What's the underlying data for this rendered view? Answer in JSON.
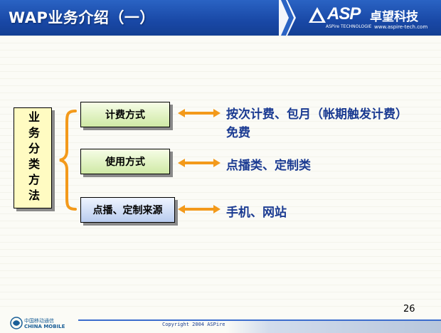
{
  "header": {
    "title": "WAP业务介绍（一）",
    "logo": {
      "brand": "ASP",
      "name": "卓望科技",
      "tagline": "ASPire TECHNOLOGIE",
      "url": "www.aspire-tech.com"
    }
  },
  "diagram": {
    "root_label": "业务分类方法",
    "branches": [
      {
        "label": "计费方式",
        "desc_line1": "按次计费、包月（帐期触发计费）",
        "desc_line2": "免费"
      },
      {
        "label": "使用方式",
        "desc_line1": "点播类、定制类"
      },
      {
        "label": "点播、定制来源",
        "desc_line1": "手机、网站"
      }
    ]
  },
  "footer": {
    "page_number": "26",
    "copyright": "Copyright 2004 ASPire",
    "carrier_cn": "中国移动通信",
    "carrier_en": "CHINA MOBILE"
  },
  "colors": {
    "header_blue": "#1948a6",
    "desc_text": "#1b3b92",
    "arrow_orange": "#f39a1b",
    "method_fill": "#fffbc2"
  }
}
